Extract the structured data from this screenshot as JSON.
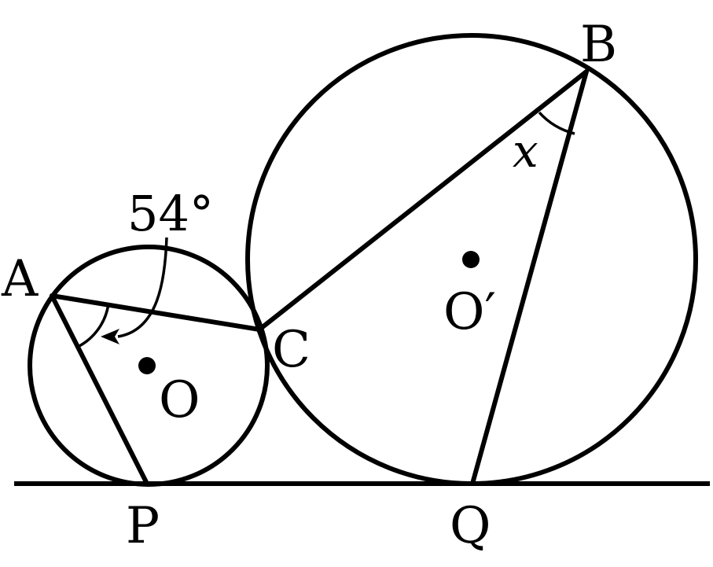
{
  "diagram": {
    "points": {
      "A": "A",
      "B": "B",
      "C": "C",
      "P": "P",
      "Q": "Q",
      "O": "O",
      "O_prime": "O′"
    },
    "angle_label": "54°",
    "unknown_label": "x"
  },
  "colors": {
    "stroke": "#000000",
    "background": "#ffffff"
  }
}
